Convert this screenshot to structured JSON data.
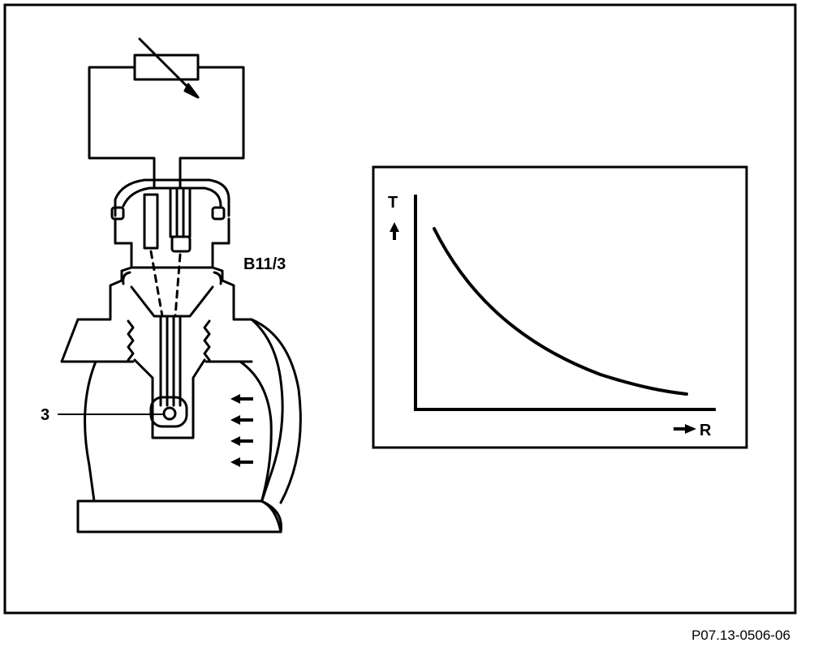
{
  "labels": {
    "component": "B11/3",
    "sensor_part": "3",
    "axis_y": "T",
    "axis_x": "R",
    "figure_code": "P07.13-0506-06"
  },
  "colors": {
    "ink": "#000000",
    "paper": "#ffffff"
  },
  "icons": {
    "variable_resistor": "variable-resistor-icon",
    "flow_arrows": "flow-arrow-icon"
  },
  "graph": {
    "curve_shape": "decreasing",
    "axes": [
      "T",
      "R"
    ]
  }
}
